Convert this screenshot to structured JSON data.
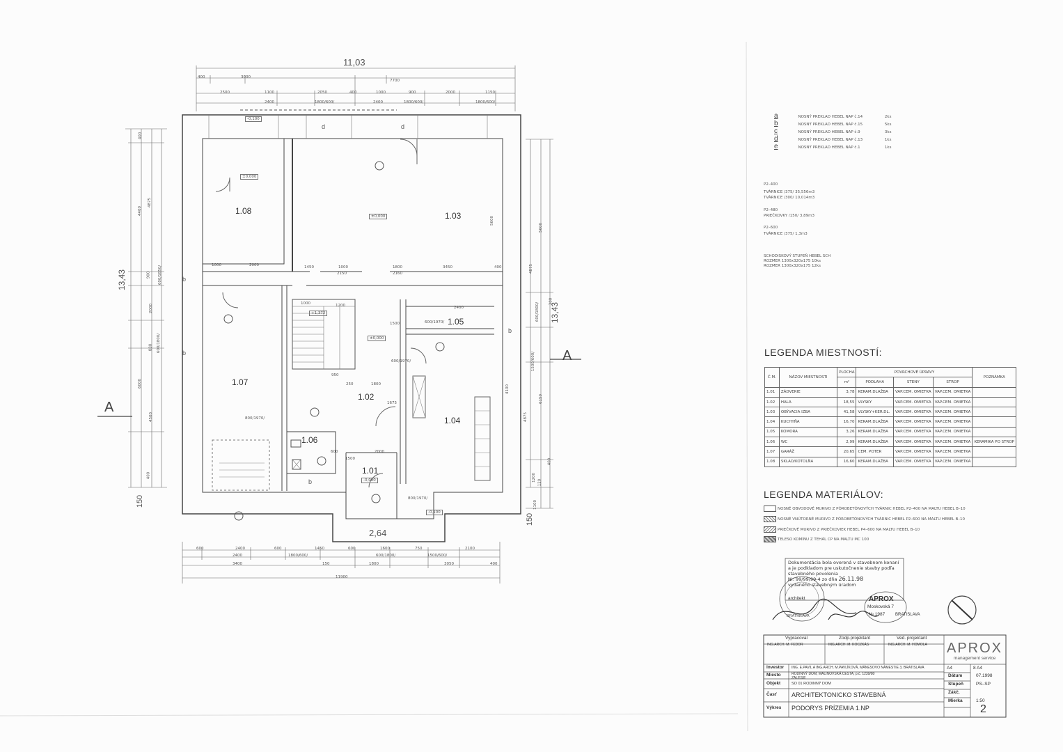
{
  "overall_dims": {
    "top": "11,03",
    "bottom_small": "2,64",
    "left": "13,43",
    "right": "13,43",
    "left_bottom": "150",
    "right_bottom": "150",
    "side_marks": [
      "A",
      "A"
    ]
  },
  "top_dims": {
    "row1": [
      "400",
      "3000",
      "7700"
    ],
    "row2": [
      "2500",
      "1100",
      "2050",
      "400",
      "1000",
      "900",
      "2000",
      "1150"
    ],
    "row3": [
      "2400",
      "1800/600/",
      "2400",
      "1800/600/",
      "1800/600/"
    ]
  },
  "bottom_dims": {
    "row1": [
      "600",
      "2400",
      "600",
      "1450",
      "600",
      "1600",
      "750",
      "2100"
    ],
    "row2": [
      "2400",
      "1800/600/",
      "600/1800/",
      "1500/600/"
    ],
    "row3": [
      "3400",
      "150",
      "1800",
      "3050",
      "400"
    ],
    "total": "11900"
  },
  "interior_dims": [
    "1000",
    "2000",
    "1450",
    "1000",
    "1800",
    "3450",
    "400",
    "2150",
    "2160",
    "1000",
    "1200",
    "2400",
    "950",
    "250",
    "1800",
    "600/1970/",
    "800/1970/",
    "600/1970/",
    "1500",
    "800/1970/",
    "1675",
    "2000",
    "600",
    "1500"
  ],
  "left_dims": [
    "400",
    "4400",
    "4875",
    "900",
    "600/1850/",
    "2000",
    "800",
    "600/1800/",
    "4500",
    "6000",
    "400"
  ],
  "right_dims": [
    "300",
    "5600",
    "4875",
    "5600",
    "600/1800/",
    "4100",
    "1500/600/",
    "6150",
    "4875",
    "1200",
    "120",
    "1100",
    "400"
  ],
  "levels": [
    "-0,100",
    "±0,000",
    "±0,000",
    "±0,000",
    "+1,372",
    "-0,080",
    "-0,100"
  ],
  "marks": [
    "d",
    "d",
    "b",
    "b",
    "b",
    "b"
  ],
  "rooms": [
    {
      "id": "1.08"
    },
    {
      "id": "1.03"
    },
    {
      "id": "1.07"
    },
    {
      "id": "1.02"
    },
    {
      "id": "1.05"
    },
    {
      "id": "1.04"
    },
    {
      "id": "1.06"
    },
    {
      "id": "1.01"
    }
  ],
  "lintels": [
    {
      "mark": "a",
      "text": "NOSNÝ PREKLAD HEBEL NAP č.14",
      "qty": "2ks"
    },
    {
      "mark": "b",
      "text": "NOSNÝ PREKLAD HEBEL NAP č.15",
      "qty": "5ks"
    },
    {
      "mark": "c",
      "text": "NOSNÝ PREKLAD HEBEL NAP č.9",
      "qty": "3ks"
    },
    {
      "mark": "d",
      "text": "NOSNÝ PREKLAD HEBEL NAP č.13",
      "qty": "1ks"
    },
    {
      "mark": "e",
      "text": "NOSNÝ PREKLAD HEBEL NAP č.1",
      "qty": "1ks"
    }
  ],
  "material_notes": [
    "P2–400",
    "TVÁRNICE /375/ 35,556m3",
    "TVÁRNICE /300/ 10,014m3",
    "P2–480",
    "PRIEČKOVKY /150/ 3,89m3",
    "P2–600",
    "TVÁRNICE /375/ 1,3m3",
    "SCHODISKOVÝ STUPEŇ HEBEL SCH",
    "ROZMER 1300x320x175          10ks",
    "ROZMER 1300x320x175          12ks"
  ],
  "room_legend": {
    "title": "LEGENDA MIESTNOSTÍ:",
    "headers": {
      "cm": "Č.M.",
      "name": "NÁZOV MIESTNOSTI",
      "area": "PLOCHA",
      "area_unit": "m²",
      "finishes": "POVRCHOVÉ ÚPRAVY",
      "floor": "PODLAHA",
      "walls": "STENY",
      "ceiling": "STROP",
      "note": "POZNÁMKA"
    },
    "rows": [
      {
        "cm": "1.01",
        "name": "ZÁDVERIE",
        "area": "3,78",
        "floor": "KERAM.DLAŽBA",
        "walls": "VAP.CEM. OMIETKA",
        "ceiling": "VAP.CEM. OMIETKA",
        "note": ""
      },
      {
        "cm": "1.02",
        "name": "HALA",
        "area": "18,55",
        "floor": "VLYSKY",
        "walls": "VAP.CEM. OMIETKA",
        "ceiling": "VAP.CEM. OMIETKA",
        "note": ""
      },
      {
        "cm": "1.03",
        "name": "OBÝVACIA IZBA",
        "area": "41,58",
        "floor": "VLYSKY+KER.DL.",
        "walls": "VAP.CEM. OMIETKA",
        "ceiling": "VAP.CEM. OMIETKA",
        "note": ""
      },
      {
        "cm": "1.04",
        "name": "KUCHYŇA",
        "area": "16,70",
        "floor": "KERAM.DLAŽBA",
        "walls": "VAP.CEM. OMIETKA",
        "ceiling": "VAP.CEM. OMIETKA",
        "note": ""
      },
      {
        "cm": "1.05",
        "name": "KOMORA",
        "area": "3,26",
        "floor": "KERAM.DLAŽBA",
        "walls": "VAP.CEM. OMIETKA",
        "ceiling": "VAP.CEM. OMIETKA",
        "note": ""
      },
      {
        "cm": "1.06",
        "name": "WC",
        "area": "2,99",
        "floor": "KERAM.DLAŽBA",
        "walls": "VAP.CEM. OMIETKA",
        "ceiling": "VAP.CEM. OMIETKA",
        "note": "KERAMIKA PO STROP"
      },
      {
        "cm": "1.07",
        "name": "GARÁŽ",
        "area": "20,65",
        "floor": "CEM. POTER",
        "walls": "VAP.CEM. OMIETKA",
        "ceiling": "VAP.CEM. OMIETKA",
        "note": ""
      },
      {
        "cm": "1.08",
        "name": "SKLAD/KOTOLŇA",
        "area": "16,60",
        "floor": "KERAM.DLAŽBA",
        "walls": "VAP.CEM. OMIETKA",
        "ceiling": "VAP.CEM. OMIETKA",
        "note": ""
      }
    ]
  },
  "material_legend": {
    "title": "LEGENDA MATERIÁLOV:",
    "items": [
      "NOSNÉ OBVODOVÉ MURIVO Z PÓROBETÓNOVÝCH TVÁRNIC HEBEL P2–400 NA MALTU HEBEL B–10",
      "NOSNÉ VNÚTORNÉ MURIVO Z PÓROBETÓNOVÝCH TVÁRNIC HEBEL P2–600 NA MALTU HEBEL B–10",
      "PRIEČKOVÉ MURIVO Z PRIEČKOVIEK HEBEL P4–600 NA MALTU HEBEL B–10",
      "TELESO KOMÍNU Z TEHÁL CP NA MALTU MC 100"
    ]
  },
  "stamp": {
    "lines": [
      "Dokumentácia bola overená v stavebnom konaní",
      "a je podkladom pre uskutočnenie stavby podľa",
      "stavebného povolenia",
      "zo dňa",
      "vydaného stavebným úradom"
    ],
    "ref": "№: 99/99/99-4",
    "date": "26.11.98",
    "side": "architekt",
    "seal_text": "BRATISLAVA",
    "company": "APROX",
    "company_line2": "Moskovská 7",
    "company_line3": "BRATISLAVA",
    "seal_no": "№ 1987"
  },
  "title_block": {
    "vypracoval_label": "Vypracoval",
    "vypracoval_name": "ING.ARCH. M. FEDOR",
    "zodp_label": "Zodp.projektant",
    "zodp_name": "ING.ARCH. M. KOCZKÁS",
    "ved_label": "Ved. projektant",
    "ved_name": "ING.ARCH. M. HOMOLA",
    "company": "APROX",
    "company_sub": "management service",
    "investor_label": "Investor",
    "investor_value": "ING. E.PAVIL A ING.ARCH. M.PAVLÍKOVÁ, MÁNESOVO NÁMESTIE 3, BRATISLAVA",
    "miesto_label": "Miesto",
    "miesto_value": "RODINNÝ DOM, MALINOVSKÁ CESTA, p.č. 1239/80",
    "miesto_value2": "ZALESIE",
    "objekt_label": "Objekt",
    "objekt_value": "SO 01 RODINNÝ DOM",
    "cast_label": "Časť",
    "cast_value": "ARCHITEKTONICKO STAVEBNÁ",
    "vykres_label": "Výkres",
    "vykres_value": "PODORYS PRÍZEMIA 1.NP",
    "format_value": "A4",
    "format_value2": "8 A4",
    "datum_label": "Dátum",
    "datum_value": "07.1998",
    "stupen_label": "Stupeň",
    "stupen_value": "PS–SP",
    "zakazka_label": "Zákč.",
    "mierka_label": "Mierka",
    "mierka_value": "1:50",
    "sheet_no": "2"
  }
}
